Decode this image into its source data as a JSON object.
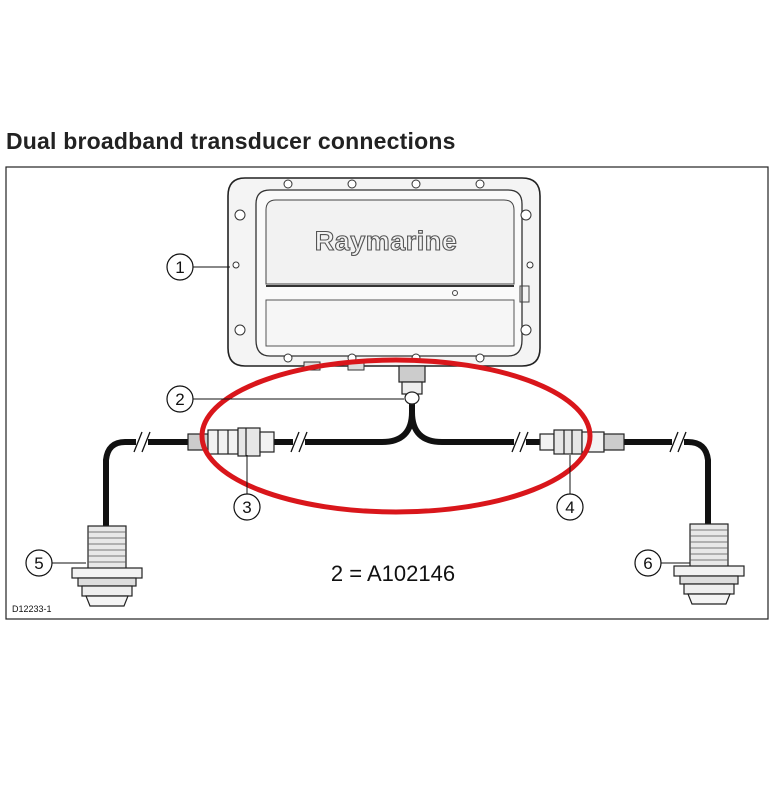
{
  "title": "Dual broadband transducer connections",
  "brand": "Raymarine",
  "part_number_text": "2 = A102146",
  "drawing_id": "D12233-1",
  "callouts": [
    "1",
    "2",
    "3",
    "4",
    "5",
    "6"
  ],
  "colors": {
    "highlight": "#d9161b",
    "cable": "#111111",
    "outline": "#222222"
  }
}
